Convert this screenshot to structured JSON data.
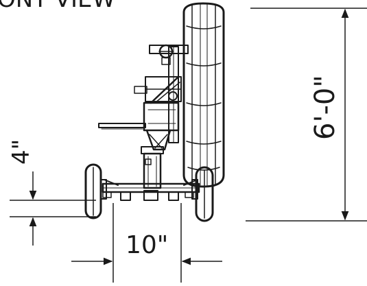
{
  "drawing": {
    "title": "ONT VIEW",
    "dimensions": {
      "height_overall": "6'-0\"",
      "ground_clearance": "4\"",
      "offset_width": "10\""
    }
  }
}
